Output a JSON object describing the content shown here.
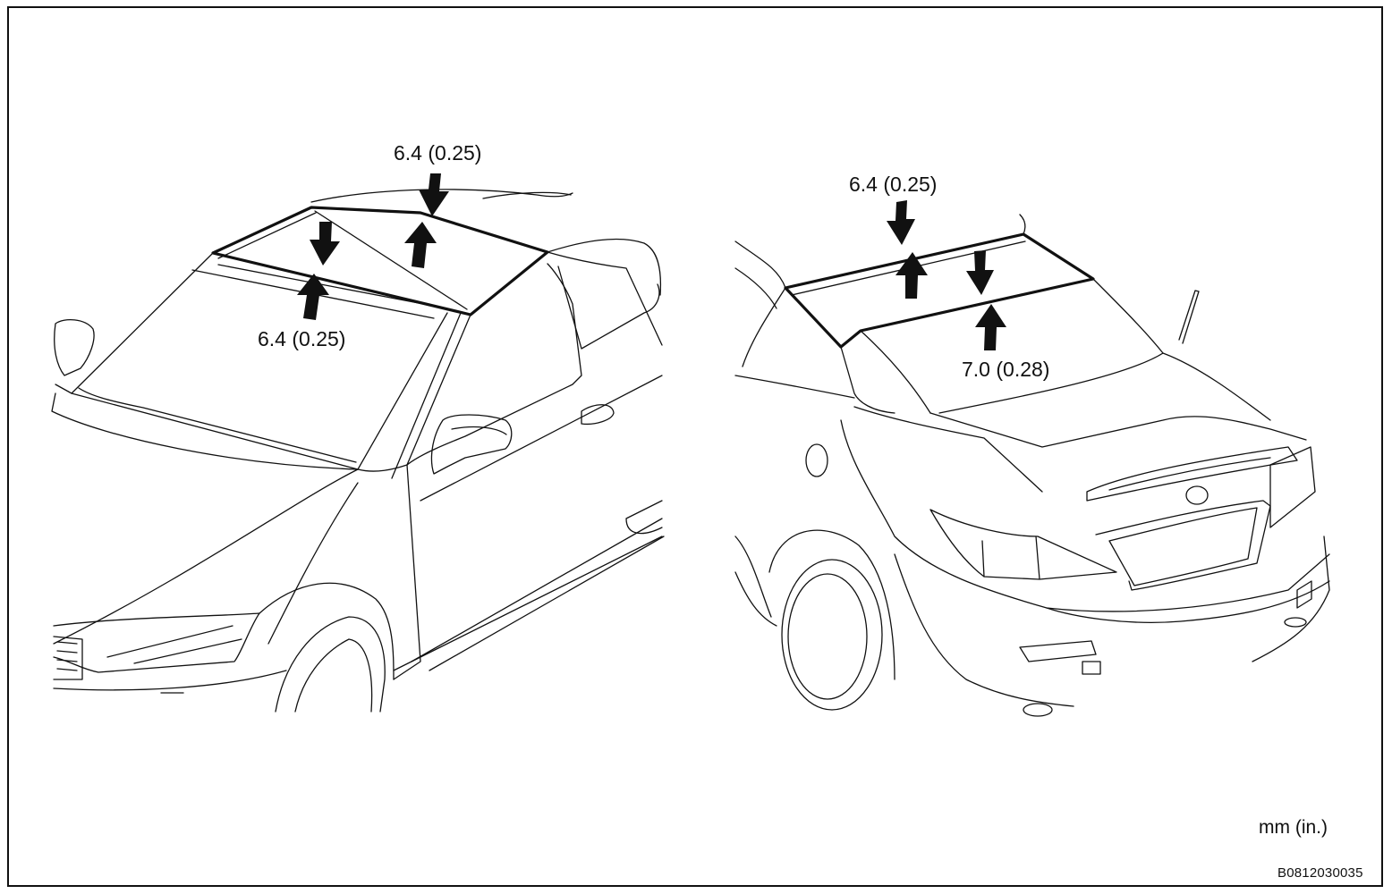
{
  "diagram": {
    "left_view": {
      "top_dimension": "6.4 (0.25)",
      "bottom_dimension": "6.4 (0.25)"
    },
    "right_view": {
      "top_dimension": "6.4 (0.25)",
      "bottom_dimension": "7.0 (0.28)"
    },
    "unit_note": "mm (in.)",
    "figure_code": "B0812030035"
  }
}
